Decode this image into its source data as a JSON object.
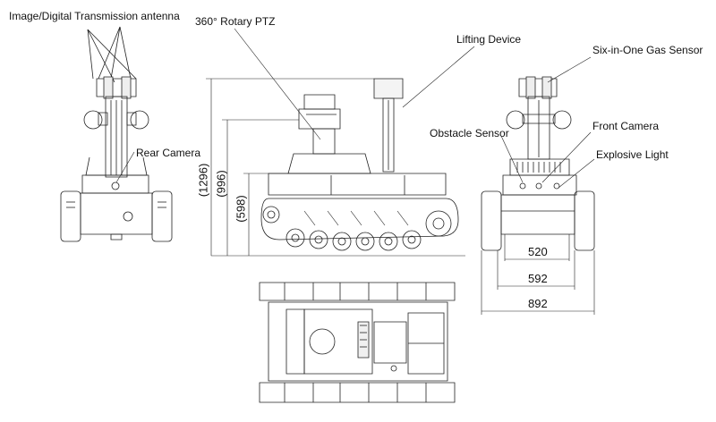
{
  "labels": {
    "antenna": "Image/Digital Transmission antenna",
    "ptz": "360° Rotary PTZ",
    "lifting": "Lifting Device",
    "gas_sensor": "Six-in-One Gas Sensor",
    "rear_camera": "Rear Camera",
    "obstacle_sensor": "Obstacle Sensor",
    "front_camera": "Front Camera",
    "explosive_light": "Explosive Light"
  },
  "dimensions": {
    "height_total": "(1296)",
    "height_mid": "(996)",
    "height_body": "(598)",
    "width_inner": "520",
    "width_mid": "592",
    "width_outer": "892"
  }
}
